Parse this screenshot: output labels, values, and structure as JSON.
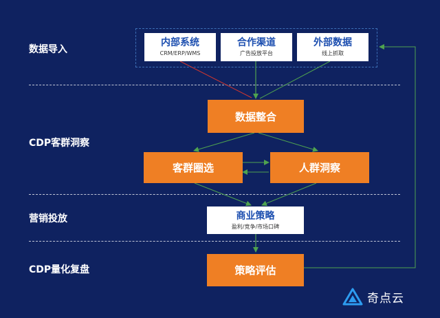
{
  "rows": [
    {
      "label": "数据导入"
    },
    {
      "label": "CDP客群洞察"
    },
    {
      "label": "营销投放"
    },
    {
      "label": "CDP量化复盘"
    }
  ],
  "sources": [
    {
      "title": "内部系统",
      "subtitle": "CRM/ERP/WMS"
    },
    {
      "title": "合作渠道",
      "subtitle": "广告投放平台"
    },
    {
      "title": "外部数据",
      "subtitle": "线上抓取"
    }
  ],
  "nodes": {
    "integration": "数据整合",
    "selection": "客群圈选",
    "insight": "人群洞察",
    "strategy_title": "商业策略",
    "strategy_subtitle": "盈利/竞争/市场口碑",
    "evaluation": "策略评估"
  },
  "brand": {
    "name": "奇点云"
  },
  "colors": {
    "background": "#0f2260",
    "node_orange": "#ef7f24",
    "node_white": "#ffffff",
    "title_blue": "#1d4fb0",
    "arrow_green": "#4fa34f",
    "arrow_red": "#d0362e"
  }
}
